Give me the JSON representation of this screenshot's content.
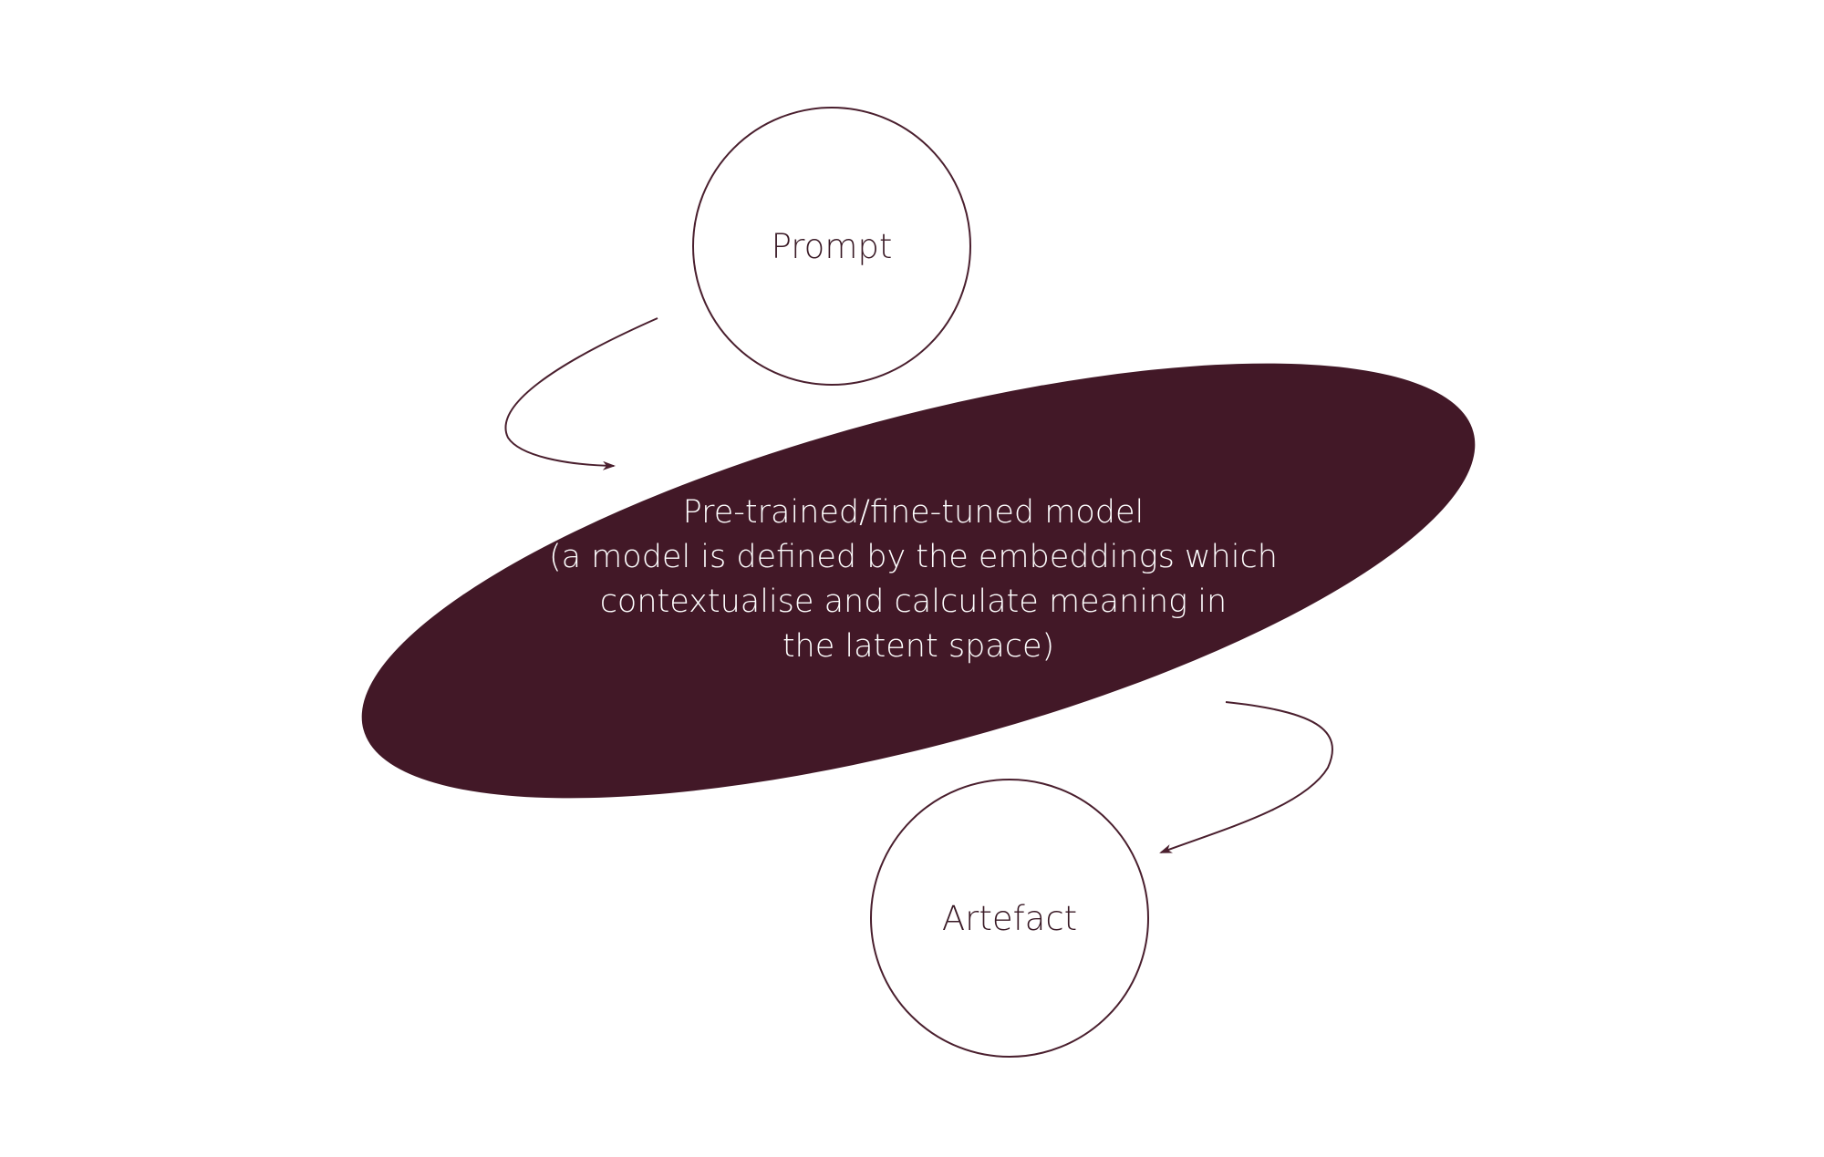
{
  "diagram": {
    "nodes": {
      "prompt": {
        "label": "Prompt"
      },
      "artefact": {
        "label": "Artefact"
      },
      "model": {
        "lines": [
          "Pre-trained/fine-tuned model",
          "(a model is defined by the embeddings which",
          "contextualise and calculate meaning in",
          "the latent space)"
        ]
      }
    },
    "edges": [
      {
        "from": "prompt",
        "to": "model"
      },
      {
        "from": "model",
        "to": "artefact"
      }
    ],
    "colors": {
      "accent": "#421827",
      "stroke": "#4a1f2e",
      "text_dark": "#3a1a26",
      "text_light": "#ffffff",
      "background": "#ffffff"
    }
  }
}
